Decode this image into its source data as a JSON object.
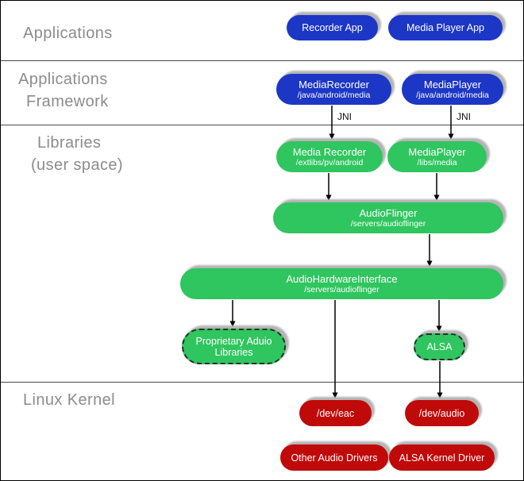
{
  "colors": {
    "blue": "#1c36c6",
    "green": "#2fc55f",
    "red": "#c00909",
    "shadow": "#b4b4b4",
    "label": "#8c8c8c"
  },
  "sections": {
    "applications": {
      "label": "Applications"
    },
    "framework": {
      "line1": "Applications",
      "line2": "Framework"
    },
    "libraries": {
      "line1": "Libraries",
      "line2": "(user space)"
    },
    "kernel": {
      "label": "Linux Kernel"
    }
  },
  "nodes": {
    "recorder_app": {
      "label": "Recorder App"
    },
    "media_player_app": {
      "label": "Media Player App"
    },
    "media_recorder_fw": {
      "title": "MediaRecorder",
      "subtitle": "/java/android/media"
    },
    "media_player_fw": {
      "title": "MediaPlayer",
      "subtitle": "/java/android/media"
    },
    "media_recorder_lib": {
      "title": "Media Recorder",
      "subtitle": "/extlibs/pv/android"
    },
    "media_player_lib": {
      "title": "MediaPlayer",
      "subtitle": "/libs/media"
    },
    "audio_flinger": {
      "title": "AudioFlinger",
      "subtitle": "/servers/audioflinger"
    },
    "audio_hardware_interface": {
      "title": "AudioHardwareInterface",
      "subtitle": "/servers/audioflinger"
    },
    "proprietary_audio_libraries": {
      "line1": "Proprietary Aduio",
      "line2": "Libraries"
    },
    "alsa": {
      "label": "ALSA"
    },
    "dev_eac": {
      "label": "/dev/eac"
    },
    "dev_audio": {
      "label": "/dev/audio"
    },
    "other_audio_drivers": {
      "label": "Other Audio Drivers"
    },
    "alsa_kernel_driver": {
      "label": "ALSA Kernel Driver"
    }
  },
  "edge_labels": {
    "jni_left": "JNI",
    "jni_right": "JNI"
  }
}
